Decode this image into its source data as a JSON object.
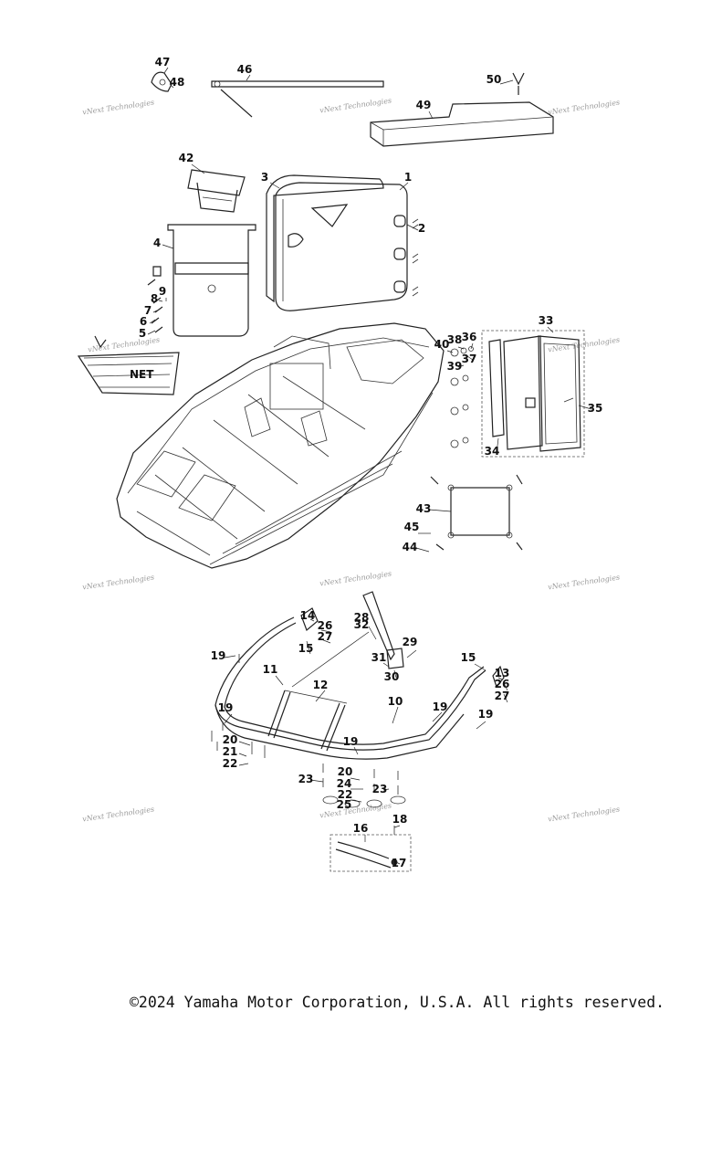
{
  "diagram": {
    "callouts": [
      "1",
      "2",
      "3",
      "4",
      "5",
      "6",
      "7",
      "8",
      "9",
      "10",
      "11",
      "12",
      "13",
      "14",
      "15",
      "15",
      "16",
      "17",
      "18",
      "19",
      "19",
      "19",
      "19",
      "19",
      "20",
      "20",
      "21",
      "22",
      "22",
      "23",
      "23",
      "24",
      "25",
      "26",
      "26",
      "27",
      "27",
      "28",
      "29",
      "30",
      "31",
      "32",
      "33",
      "34",
      "35",
      "36",
      "37",
      "38",
      "39",
      "40",
      "42",
      "43",
      "44",
      "45",
      "46",
      "47",
      "48",
      "49",
      "50"
    ],
    "net_label": "NET",
    "watermark": "vNext Technologies"
  },
  "footer": {
    "copyright": "©2024 Yamaha Motor Corporation, U.S.A. All rights reserved."
  }
}
